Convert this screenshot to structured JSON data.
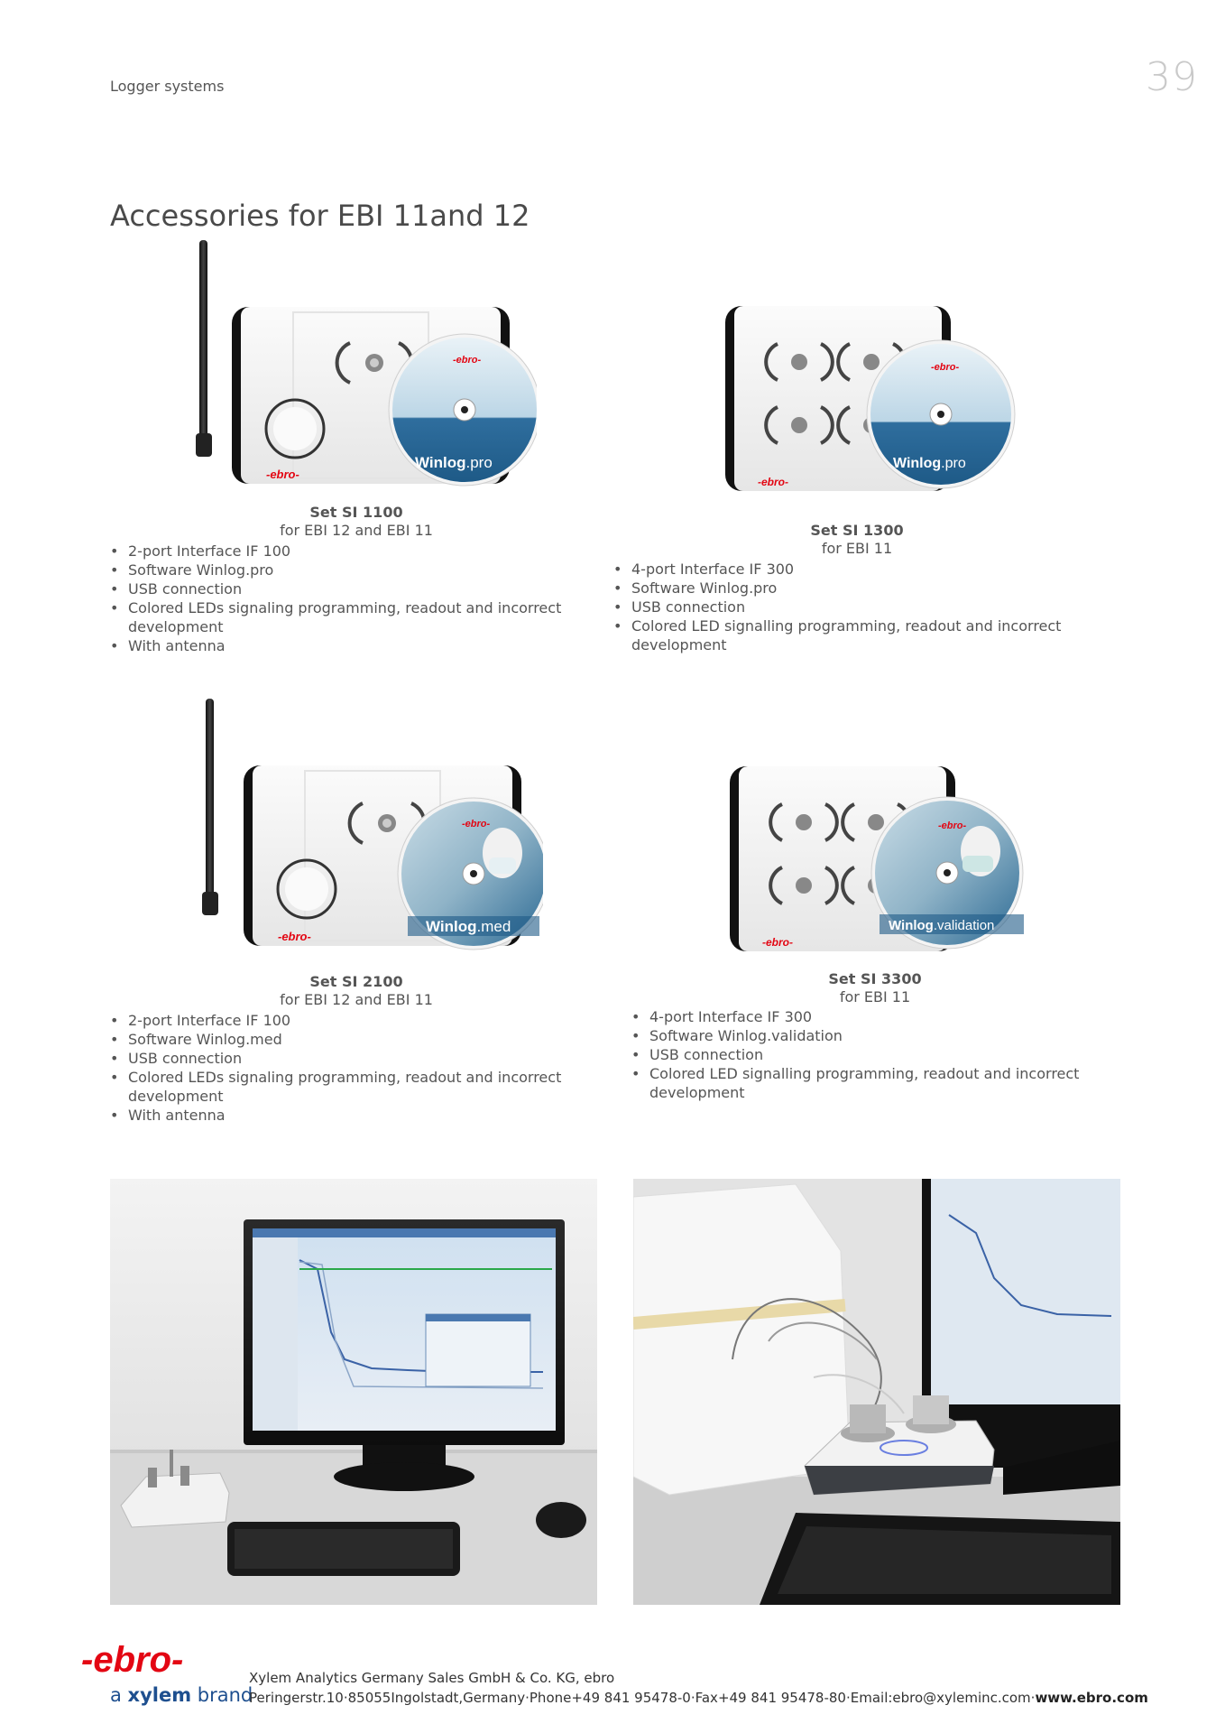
{
  "header": {
    "section": "Logger systems",
    "page_number": "39"
  },
  "heading": "Accessories for EBI 11and 12",
  "products": [
    {
      "title": "Set SI 1100",
      "subtitle": "for EBI 12 and EBI 11",
      "cd_label_a": "Winlog",
      "cd_label_b": ".pro",
      "features": [
        "2-port Interface IF 100",
        "Software Winlog.pro",
        "USB connection",
        "Colored LEDs signaling programming, readout and incorrect development",
        "With antenna"
      ]
    },
    {
      "title": "Set SI 1300",
      "subtitle": "for EBI 11",
      "cd_label_a": "Winlog",
      "cd_label_b": ".pro",
      "features": [
        "4-port Interface IF 300",
        "Software Winlog.pro",
        "USB connection",
        "Colored LED signalling programming, readout and incorrect development"
      ]
    },
    {
      "title": "Set SI 2100",
      "subtitle": "for EBI 12 and EBI 11",
      "cd_label_a": "Winlog",
      "cd_label_b": ".med",
      "features": [
        "2-port Interface IF 100",
        "Software Winlog.med",
        "USB connection",
        "Colored LEDs signaling programming, readout and incorrect development",
        "With antenna"
      ]
    },
    {
      "title": "Set SI 3300",
      "subtitle": "for EBI 11",
      "cd_label_a": "Winlog",
      "cd_label_b": ".validation",
      "features": [
        "4-port Interface IF 300",
        "Software Winlog.validation",
        "USB connection",
        "Colored LED signalling programming, readout and incorrect development"
      ]
    }
  ],
  "device_brand": "-ebro-",
  "footer": {
    "logo": "-ebro-",
    "brand_prefix": "a ",
    "brand_name": "xylem",
    "brand_suffix": " brand",
    "line1": "Xylem Analytics Germany Sales GmbH & Co. KG, ebro",
    "line2": "Peringerstr.10·85055Ingolstadt,Germany·Phone+49 841 95478-0·Fax+49 841 95478-80·Email:ebro@xyleminc.com·",
    "website": "www.ebro.com"
  },
  "colors": {
    "brand_red": "#e30613",
    "brand_blue": "#1e4f8f",
    "text": "#555555",
    "page_number": "#c9c9c9"
  }
}
